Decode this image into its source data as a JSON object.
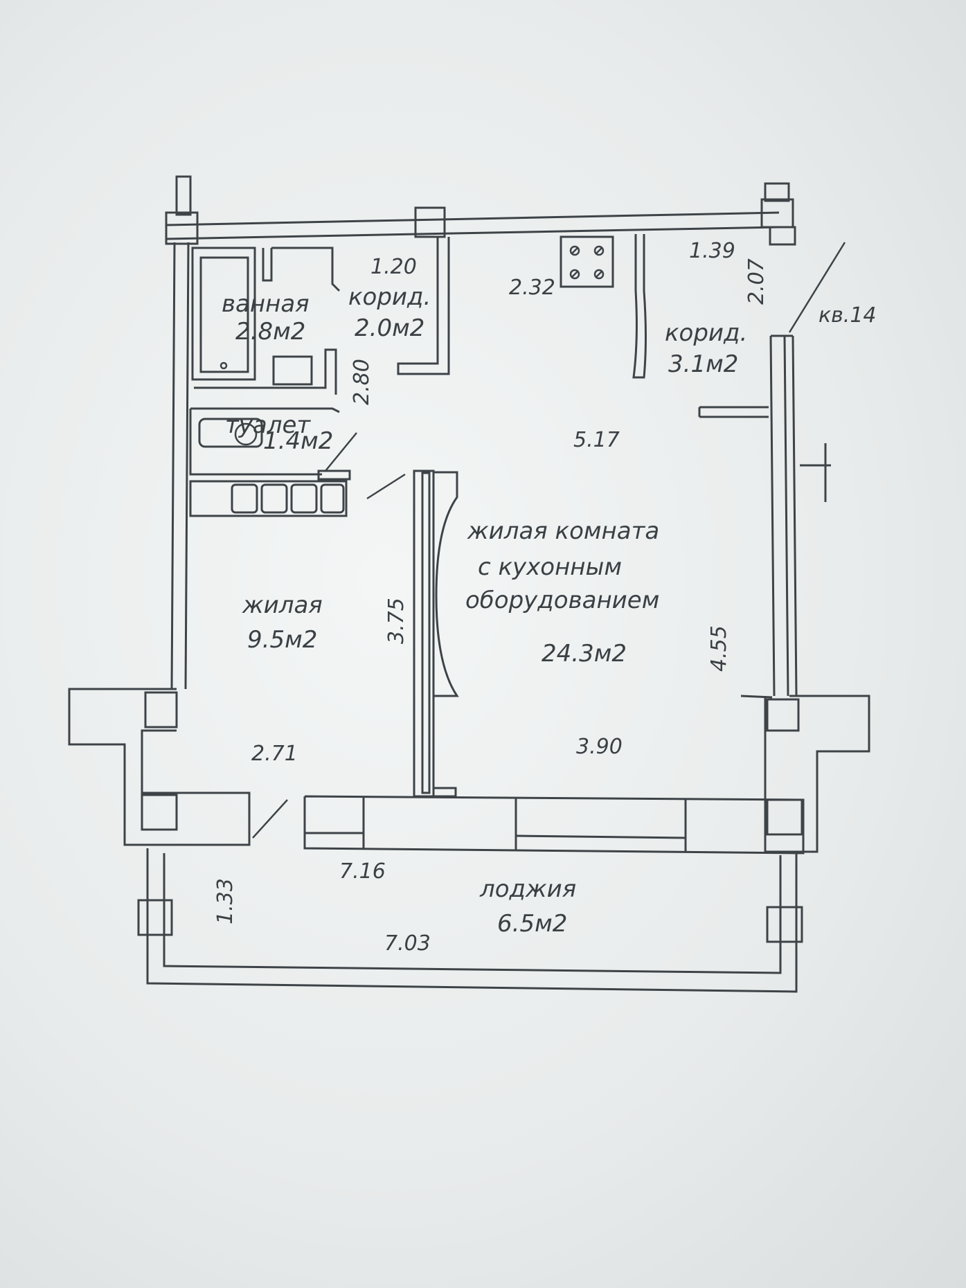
{
  "rooms": {
    "bath_name": "ванная",
    "bath_area": "2.8м2",
    "corr1_name": "корид.",
    "corr1_area": "2.0м2",
    "corr2_name": "корид.",
    "corr2_area": "3.1м2",
    "toilet_name": "туалет",
    "toilet_area": "1.4м2",
    "living_name": "жилая",
    "living_area": "9.5м2",
    "main_line1": "жилая комната",
    "main_line2": "с кухонным",
    "main_line3": "оборудованием",
    "main_area": "24.3м2",
    "loggia_name": "лоджия",
    "loggia_area": "6.5м2"
  },
  "dimensions": {
    "d120": "1.20",
    "d232": "2.32",
    "d139": "1.39",
    "d207": "2.07",
    "d280": "2.80",
    "d517": "5.17",
    "d375": "3.75",
    "d455": "4.55",
    "d271": "2.71",
    "d390": "3.90",
    "d716": "7.16",
    "d133": "1.33",
    "d703": "7.03"
  },
  "apartment_label": "кв.14"
}
